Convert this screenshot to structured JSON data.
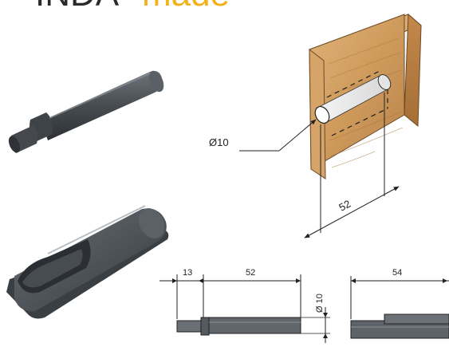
{
  "brand": {
    "part1": "INDA",
    "part2": "made",
    "color_part1": "#2a2a2a",
    "color_part2": "#f2b21c"
  },
  "dimensions": {
    "diameter_iso": "Ø10",
    "depth_iso": "52",
    "side_13": "13",
    "side_52": "52",
    "side_dia": "Ø 10",
    "end_54": "54"
  },
  "colors": {
    "plastic": "#4f5459",
    "wood_light": "#dcae72",
    "wood_dark": "#b57d3c",
    "line": "#222222"
  }
}
